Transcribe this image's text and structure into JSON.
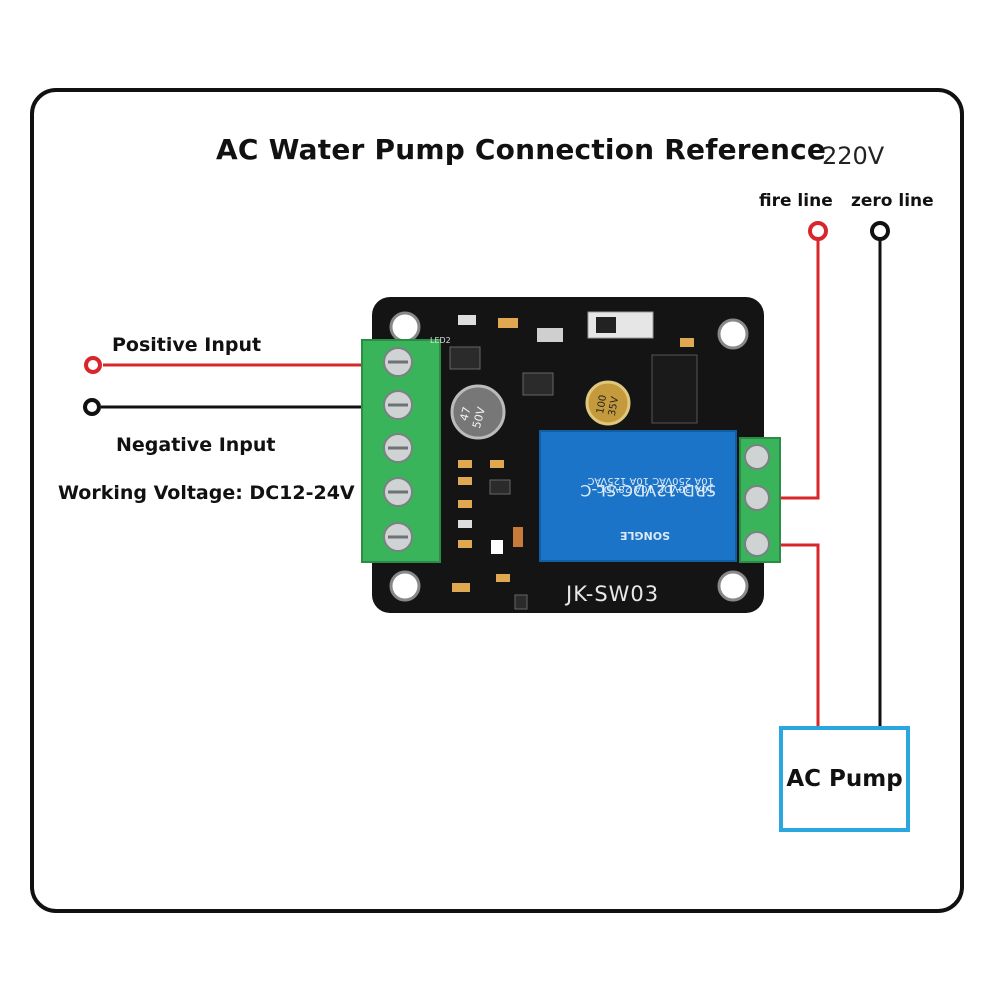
{
  "title": "AC Water Pump Connection Reference",
  "supply_voltage": "220V",
  "terminals": {
    "fire_line": "fire line",
    "zero_line": "zero line"
  },
  "inputs": {
    "positive": "Positive Input",
    "negative": "Negative Input",
    "working_voltage": "Working Voltage: DC12-24V"
  },
  "board": {
    "model": "JK-SW03",
    "relay_model": "SRD-12VDC-SL-C",
    "relay_rating_1": "10A 250VAC  10A 125VAC",
    "relay_rating_2": "10A 30VDC  10A 28VDC",
    "relay_brand": "SONGLE",
    "cap_large_1": "47",
    "cap_large_2": "50V",
    "cap_small_1": "100",
    "cap_small_2": "35V",
    "led_label": "LED2"
  },
  "load": "AC Pump",
  "colors": {
    "positive_wire": "#d8262b",
    "negative_wire": "#111111",
    "pcb": "#111111",
    "terminal_block": "#39b45a",
    "relay": "#1b74c7",
    "pump_border": "#2aa7df"
  }
}
